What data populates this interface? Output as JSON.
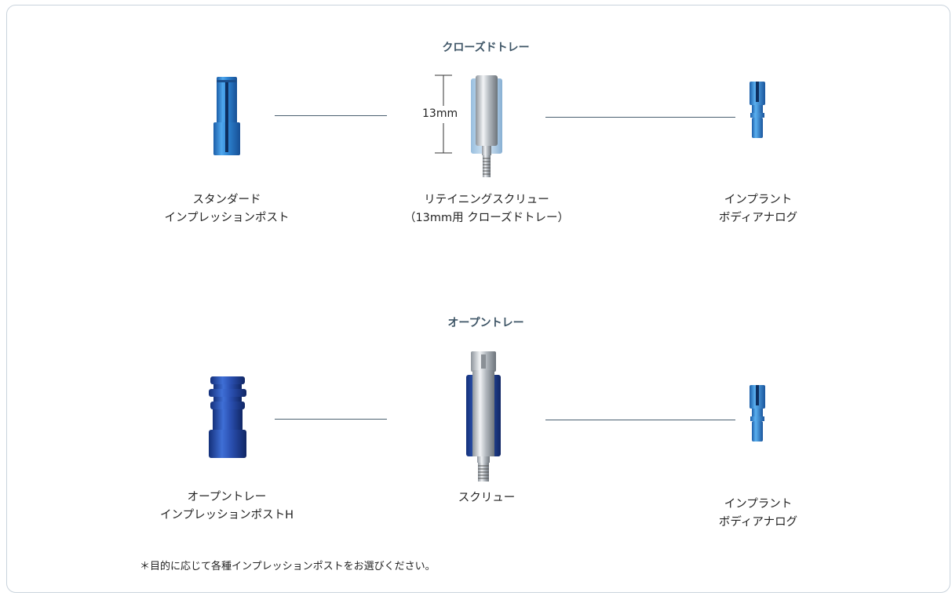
{
  "closed_tray": {
    "title": "クローズドトレー",
    "dimension": "13mm",
    "items": [
      {
        "line1": "スタンダード",
        "line2": "インプレッションポスト"
      },
      {
        "line1": "リテイニングスクリュー",
        "line2": "（13mm用 クローズドトレー）"
      },
      {
        "line1": "インプラント",
        "line2": "ボディアナログ"
      }
    ]
  },
  "open_tray": {
    "title": "オープントレー",
    "items": [
      {
        "line1": "オープントレー",
        "line2": "インプレッションポストH"
      },
      {
        "line1": "スクリュー",
        "line2": ""
      },
      {
        "line1": "インプラント",
        "line2": "ボディアナログ"
      }
    ]
  },
  "footnote": "＊目的に応じて各種インプレッションポストをお選びください。",
  "colors": {
    "blue": "#2f86d0",
    "dark_blue": "#2a4fb0",
    "silver": "#c9ced4",
    "line": "#4a6070",
    "title": "#3e5566"
  }
}
